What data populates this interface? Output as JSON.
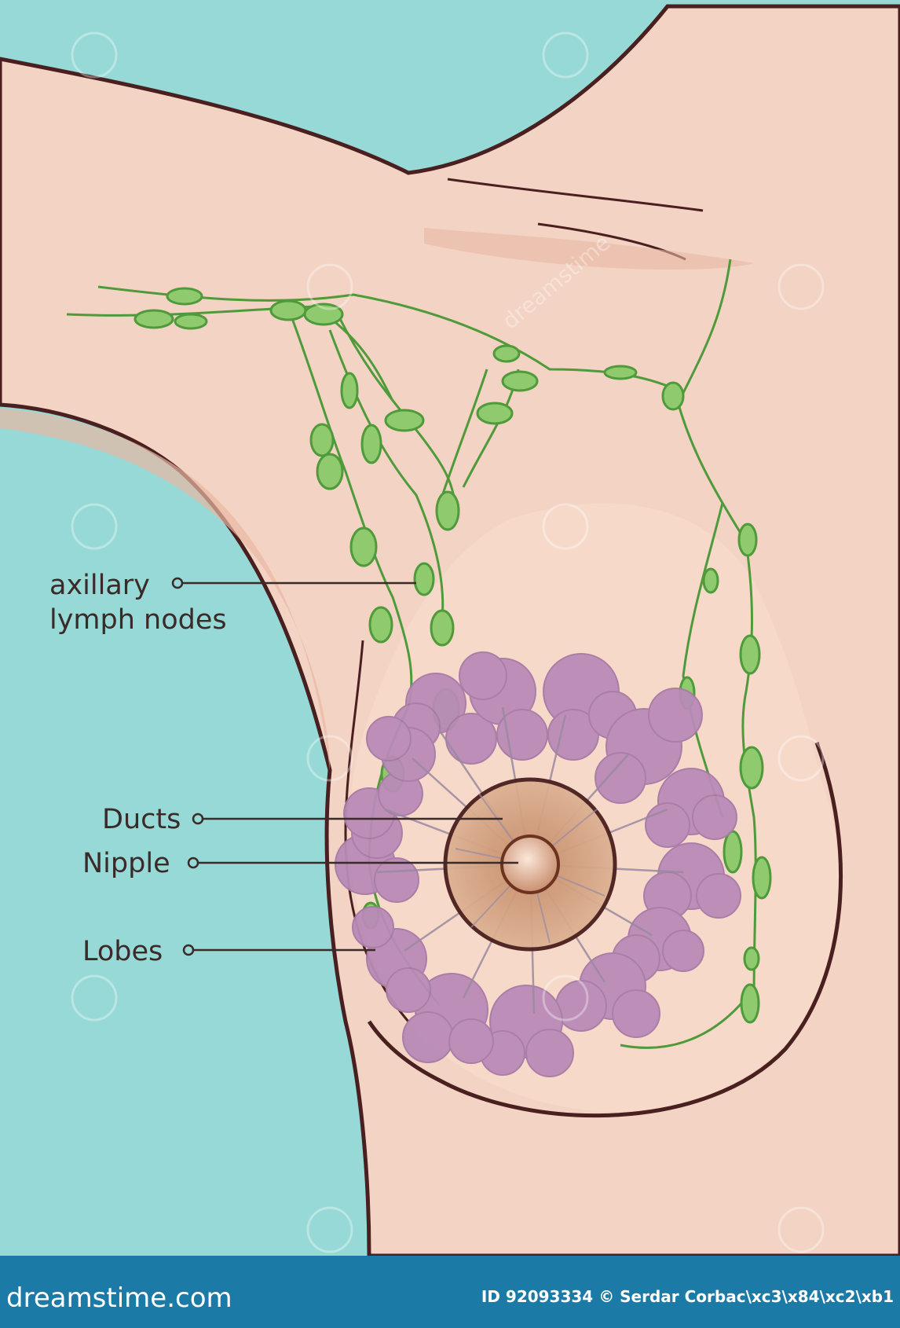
{
  "labels": {
    "axillary_line1": "axillary",
    "axillary_line2": "lymph nodes",
    "ducts": "Ducts",
    "nipple": "Nipple",
    "lobes": "Lobes"
  },
  "footer": {
    "brand": "dreamstime.com",
    "credit": "ID 92093334 © Serdar Corbac\\xc3\\x84\\xc2\\xb1"
  },
  "watermark": {
    "text": "dreamstime"
  },
  "colors": {
    "background": "#96d9d6",
    "skin": "#f3d3c3",
    "skin_shadow": "#e8b8a4",
    "outline": "#4a1f1f",
    "lymph": "#4f9a3a",
    "lymph_node": "#8fca6e",
    "lobe": "#b98bb8",
    "areola": "#d4a07e",
    "nipple": "#e2b49a",
    "footer_bar": "#1b7ba6"
  }
}
